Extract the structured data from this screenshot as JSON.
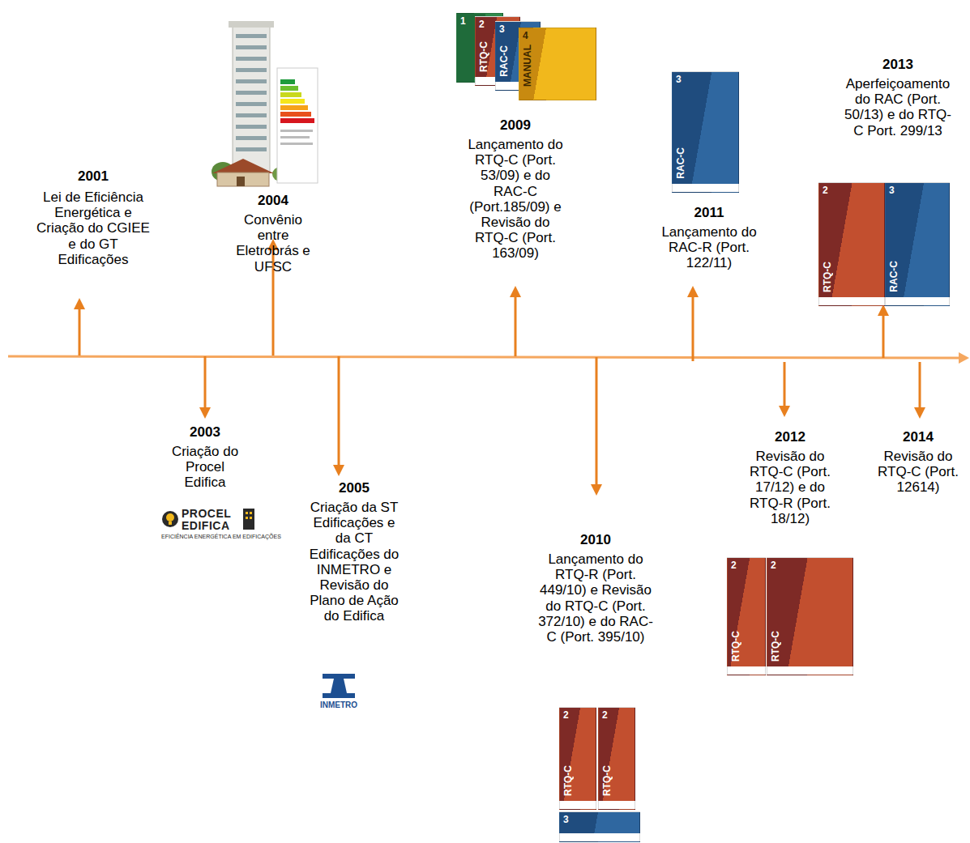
{
  "diagram": {
    "nodes": [
      {
        "text": [
          "1"
        ]
      },
      {
        "text": [
          "2",
          "RTQ-C"
        ]
      },
      {
        "text": [
          "3",
          "RAC-C"
        ]
      },
      {
        "text": [
          "4",
          "MANUAL"
        ]
      },
      {
        "text": [
          "2",
          "RTQ-C"
        ]
      },
      {
        "text": [
          "2",
          "RTQ-C"
        ]
      },
      {
        "text": [
          "3"
        ]
      },
      {
        "text": [
          "3",
          "RAC-C"
        ]
      },
      {
        "text": [
          "2",
          "RTQ-C"
        ]
      },
      {
        "text": [
          "2",
          "RTQ-C"
        ]
      },
      {
        "text": [
          "2",
          "RTQ-C"
        ]
      },
      {
        "text": [
          "3",
          "RAC-C"
        ]
      }
    ],
    "labels": [
      "2001",
      "Lei de Eficiência Energética e Criação do CGIEE e do GT Edificações",
      "2003",
      "Criação do Procel Edifica",
      "PROCEL",
      "EDIFICA",
      "EFICIÊNCIA ENERGÉTICA EM EDIFICAÇÕES",
      "2004",
      "Convênio entre Eletrobrás e UFSC",
      "2005",
      "Criação da ST Edificações e da CT Edificações do INMETRO e Revisão do Plano de Ação do Edifica",
      "INMETRO",
      "2009",
      "Lançamento do RTQ-C (Port. 53/09) e do RAC-C (Port.185/09) e Revisão do RTQ-C (Port. 163/09)",
      "2010",
      "Lançamento do RTQ-R (Port. 449/10) e Revisão do RTQ-C (Port. 372/10) e do RAC-C (Port. 395/10)",
      "2011",
      "Lançamento do RAC-R (Port. 122/11)",
      "2012",
      "Revisão do RTQ-C (Port. 17/12) e do RTQ-R (Port. 18/12)",
      "2013",
      "Aperfeiçoamento do RAC (Port. 50/13) e do RTQ-C Port. 299/13",
      "2014",
      "Revisão do RTQ-C (Port. 12614)"
    ]
  }
}
